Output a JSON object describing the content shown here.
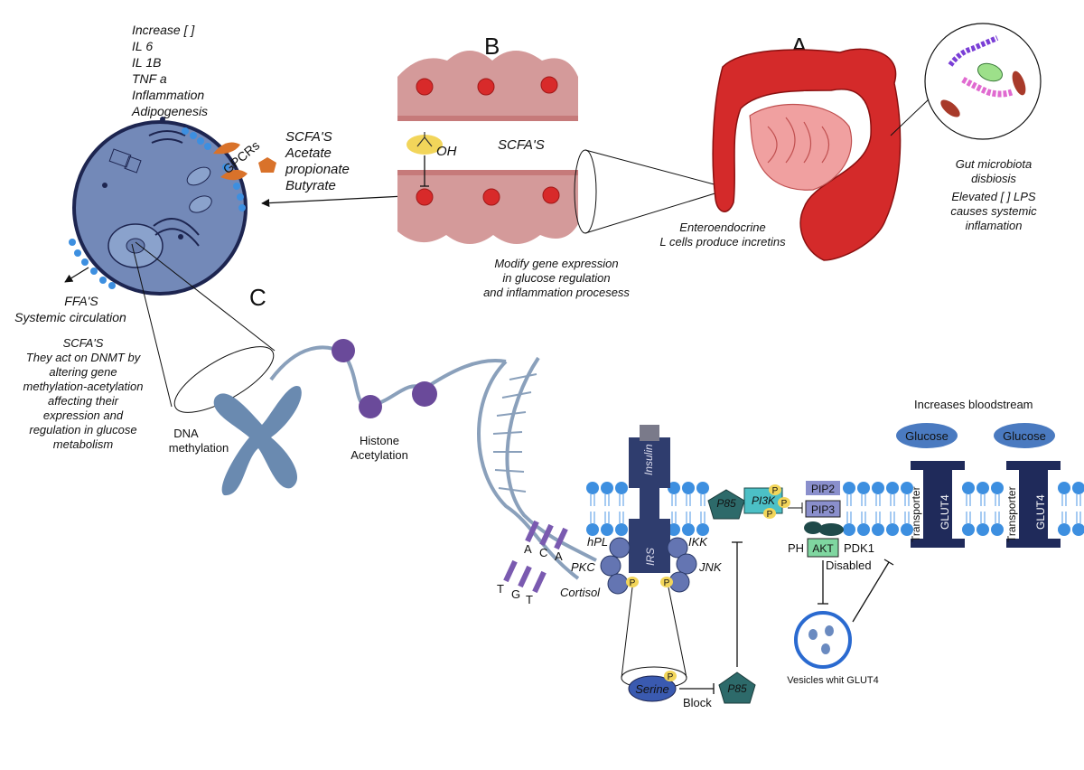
{
  "panels": {
    "a": "A",
    "b": "B",
    "c": "C"
  },
  "cell": {
    "effects": [
      "Increase [  ]",
      "IL 6",
      "IL 1B",
      "TNF a",
      "Inflammation",
      "Adipogenesis"
    ],
    "receptor": "GPCRs",
    "scfa_list": [
      "SCFA'S",
      "Acetate",
      "propionate",
      "Butyrate"
    ],
    "ffa": [
      "FFA'S",
      "Systemic circulation"
    ]
  },
  "epithelium": {
    "oh": "OH",
    "scfa": "SCFA'S",
    "modify": [
      "Modify gene expression",
      "in glucose regulation",
      "and inflammation procesess"
    ]
  },
  "gut": {
    "enteroendocrine": [
      "Enteroendocrine",
      "L cells produce incretins"
    ],
    "microbiota": [
      "Gut microbiota",
      "disbiosis",
      "Elevated [  ] LPS",
      "causes systemic",
      "inflamation"
    ]
  },
  "epigenetics": {
    "scfa_dnmt": [
      "SCFA'S",
      "They act on DNMT by",
      "altering gene",
      "methylation-acetylation",
      "affecting their",
      "expression and",
      "regulation in glucose",
      "metabolism"
    ],
    "dna_methylation": [
      "DNA",
      "methylation"
    ],
    "histone": [
      "Histone",
      "Acetylation"
    ],
    "bases_top": [
      "A",
      "C",
      "A"
    ],
    "bases_bottom": [
      "T",
      "G",
      "T"
    ]
  },
  "signaling": {
    "insulin": "Insulin",
    "irs": "IRS",
    "left_kinases": [
      "hPL",
      "PKC",
      "Cortisol"
    ],
    "right_kinases": [
      "IKK",
      "JNK"
    ],
    "p": "P",
    "p85": "P85",
    "pi3k": "PI3K",
    "pip2": "PIP2",
    "pip3": "PIP3",
    "ph": "PH",
    "akt": "AKT",
    "pdk1": "PDK1",
    "disabled": "Disabled",
    "serine": "Serine",
    "block": "Block",
    "vesicles": "Vesicles whit GLUT4",
    "increases": "Increases bloodstream",
    "glucose": "Glucose",
    "transporter": "Transporter",
    "glut4": "GLUT4"
  },
  "colors": {
    "gut_red": "#d42a2a",
    "epithelium": "#d49a9a",
    "cell_fill": "#7389b8",
    "receptor_blue": "#3d8fe0",
    "navy": "#2b3a68",
    "irs": "#3a4a78",
    "kinase": "#6475b2",
    "p85": "#2d6a6a",
    "pi3k": "#4cc0c6",
    "pip": "#8a8fcc",
    "akt": "#7fd6a0",
    "phospho": "#f2d55a",
    "histone": "#6a4a9a",
    "dna": "#8aa0bb"
  }
}
